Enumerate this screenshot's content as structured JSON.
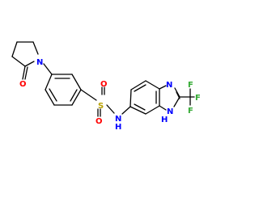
{
  "molecule": {
    "atoms": {
      "pyrrolidinone_oxygen": "O",
      "pyrrolidinone_nitrogen": "N",
      "sulfonyl_sulfur": "S",
      "sulfonyl_oxygen_top": "O",
      "sulfonyl_oxygen_bottom": "O",
      "sulfonamide_nitrogen": "N",
      "sulfonamide_hydrogen": "H",
      "imidazole_nitrogen_top": "N",
      "imidazole_nitrogen_bottom": "N",
      "imidazole_hydrogen": "H",
      "fluorine_top": "F",
      "fluorine_right": "F",
      "fluorine_bottom": "F"
    }
  },
  "colors": {
    "oxygen": "#ff0000",
    "nitrogen": "#0000ff",
    "sulfur": "#b8a000",
    "fluorine": "#33aa33",
    "bond": "#000000"
  }
}
